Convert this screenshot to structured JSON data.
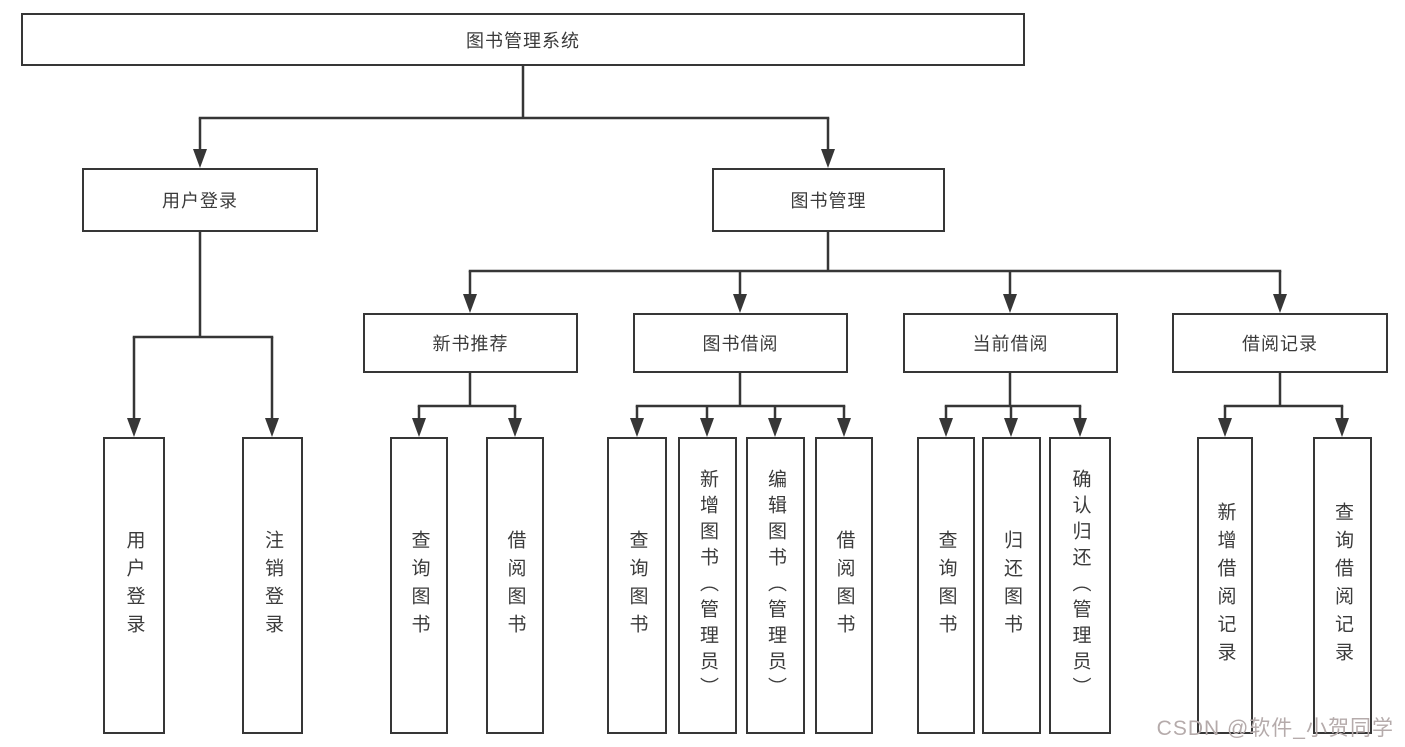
{
  "tree": {
    "root": {
      "label": "图书管理系统"
    },
    "branches": [
      {
        "label": "用户登录",
        "children": [
          {
            "label": "用户登录"
          },
          {
            "label": "注销登录"
          }
        ]
      },
      {
        "label": "图书管理",
        "children": [
          {
            "label": "新书推荐",
            "children": [
              {
                "label": "查询图书"
              },
              {
                "label": "借阅图书"
              }
            ]
          },
          {
            "label": "图书借阅",
            "children": [
              {
                "label": "查询图书"
              },
              {
                "label": "新增图书（管理员）"
              },
              {
                "label": "编辑图书（管理员）"
              },
              {
                "label": "借阅图书"
              }
            ]
          },
          {
            "label": "当前借阅",
            "children": [
              {
                "label": "查询图书"
              },
              {
                "label": "归还图书"
              },
              {
                "label": "确认归还（管理员）"
              }
            ]
          },
          {
            "label": "借阅记录",
            "children": [
              {
                "label": "新增借阅记录"
              },
              {
                "label": "查询借阅记录"
              }
            ]
          }
        ]
      }
    ]
  },
  "watermark": {
    "text": "CSDN @软件_小贺同学",
    "color": "#b5abab"
  },
  "colors": {
    "line": "#363636",
    "box_border": "#363636",
    "box_fill": "#ffffff",
    "text": "#3b3b3b",
    "background": "#ffffff"
  }
}
